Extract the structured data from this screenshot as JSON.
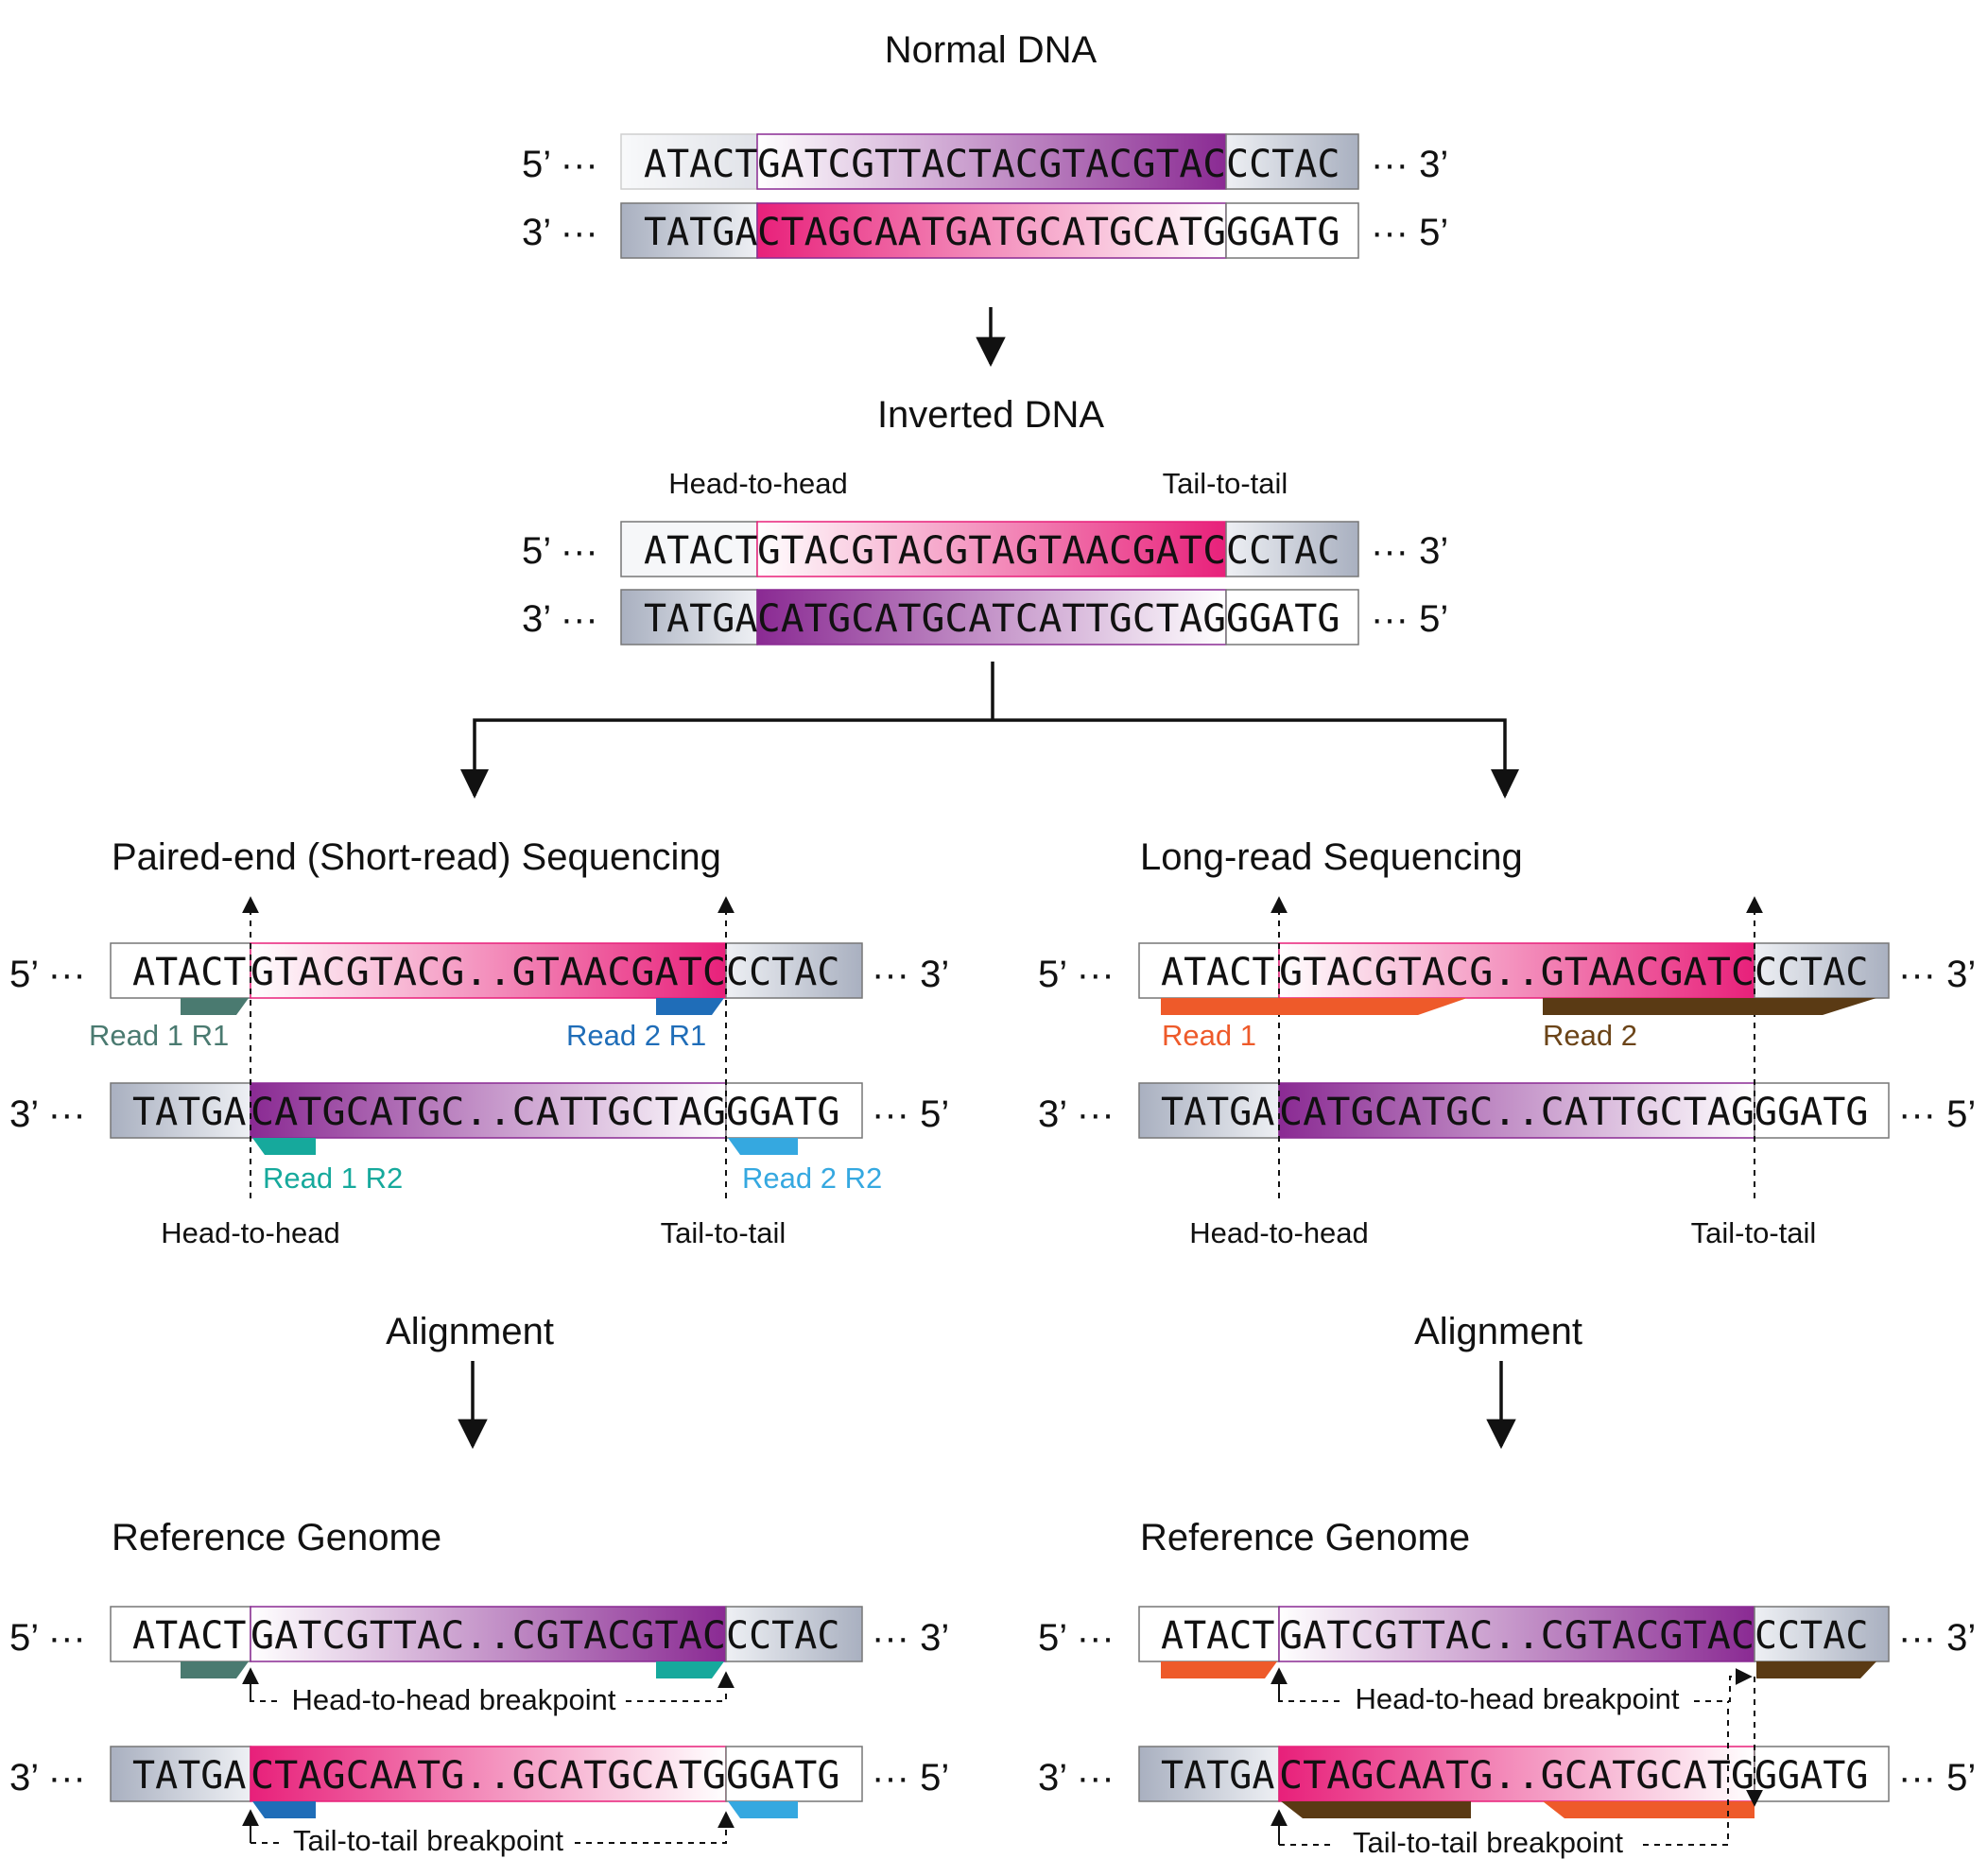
{
  "titles": {
    "normal": "Normal DNA",
    "inverted": "Inverted DNA",
    "short_read": "Paired-end (Short-read) Sequencing",
    "long_read": "Long-read Sequencing",
    "ref_left": "Reference Genome",
    "ref_right": "Reference Genome",
    "align_left": "Alignment",
    "align_right": "Alignment"
  },
  "labels": {
    "head_to_head": "Head-to-head",
    "tail_to_tail": "Tail-to-tail",
    "h2h_breakpoint": "Head-to-head breakpoint",
    "t2t_breakpoint": "Tail-to-tail breakpoint"
  },
  "ends": {
    "five_left": "5’ ···",
    "three_left": "3’ ···",
    "three_right": "··· 3’",
    "five_right": "··· 5’"
  },
  "normal": {
    "top": {
      "left": "ATACT",
      "mid": "GATCGTTACTACGTACGTAC",
      "right": "CCTAC"
    },
    "bot": {
      "left": "TATGA",
      "mid": "CTAGCAATGATGCATGCATG",
      "right": "GGATG"
    }
  },
  "inverted": {
    "top": {
      "left": "ATACT",
      "mid": "GTACGTACGTAGTAACGATC",
      "right": "CCTAC"
    },
    "bot": {
      "left": "TATGA",
      "mid": "CATGCATGCATCATTGCTAG",
      "right": "GGATG"
    }
  },
  "seq_inv_short": {
    "top": {
      "left": "ATACT",
      "mid": "GTACGTACG..GTAACGATC",
      "right": "CCTAC"
    },
    "bot": {
      "left": "TATGA",
      "mid": "CATGCATGC..CATTGCTAG",
      "right": "GGATG"
    }
  },
  "seq_ref_short": {
    "top": {
      "left": "ATACT",
      "mid": "GATCGTTAC..CGTACGTAC",
      "right": "CCTAC"
    },
    "bot": {
      "left": "TATGA",
      "mid": "CTAGCAATG..GCATGCATG",
      "right": "GGATG"
    }
  },
  "reads": {
    "read1_r1": "Read 1 R1",
    "read2_r1": "Read 2 R1",
    "read1_r2": "Read 1 R2",
    "read2_r2": "Read 2 R2",
    "read1": "Read 1",
    "read2": "Read 2"
  },
  "colors": {
    "magenta": "#e8207a",
    "purple": "#8a2a93",
    "gray": "#a9b0c0",
    "read1_r1": "#4a7a70",
    "read2_r1": "#1f6db8",
    "read1_r2": "#16a99c",
    "read2_r2": "#35a8e0",
    "read1_long": "#ee5a2a",
    "read2_long": "#5a3a14"
  }
}
